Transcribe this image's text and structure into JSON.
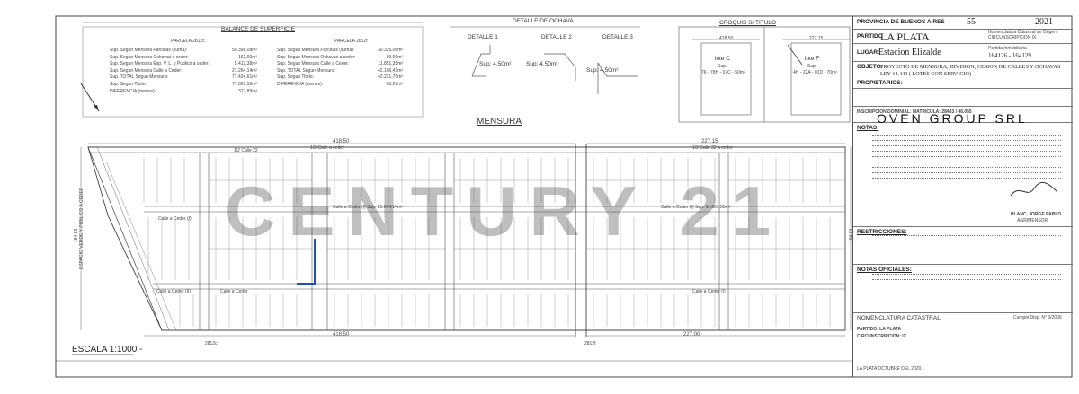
{
  "header": {
    "balance_title": "BALANCE DE SUPERFICIE",
    "ochava_title": "DETALLE DE OCHAVA",
    "croquis_title": "CROQUIS S/ TITULO",
    "mensura_label": "MENSURA",
    "detalle1": "DETALLE 1",
    "detalle2": "DETALLE 2",
    "detalle3": "DETALLE 3",
    "sup1": "Sup: 4,50m²",
    "sup2": "Sup: 4,50m²",
    "sup3": "Sup: 4,50m²"
  },
  "balance": {
    "left_col_title": "PARCELA 2812c",
    "right_col_title": "PARCELA 2812f",
    "left_rows": [
      "Sup. Segun Mensura Parcelas (suma):",
      "Sup. Segun Mensura Ochavas a ceder:",
      "Sup. Segun Mensura Esp. V. L. y Publico a ceder:",
      "Sup. Segun Mensura Calle a Ceder:",
      "Sup. TOTAL Segun Mensura:",
      "Sup. Segun Titulo:",
      "DIFERENCIA (menos):"
    ],
    "left_values": [
      "50.398,08m²",
      "162,00m²",
      "5.412,38m²",
      "21.264,14m²",
      "77.434,61m²",
      "77.807,50m²",
      "372,89m²"
    ],
    "right_rows": [
      "Sup. Segun Mensura Parcelas (suma):",
      "Sup. Segun Mensura Ochavas a ceder:",
      "Sup. Segun Mensura Calle a Ceder:",
      "Sup. TOTAL Segun Mensura:",
      "Sup. Segun Titulo:",
      "DIFERENCIA (menos):"
    ],
    "right_values": [
      "30.325,06m²",
      "90,00m²",
      "11.851,35m²",
      "42.166,41m²",
      "42.231,70m²",
      "65,29m²"
    ]
  },
  "croquis": {
    "lot_c": "lote C",
    "lot_c_sup": "Sup.",
    "lot_c_data": "76 - 78H - 07C - 50m²",
    "lot_f": "lote F",
    "lot_f_sup": "Sup.",
    "lot_f_data": "4H - 22A - 01D - 70m²",
    "dim_c": "418.50",
    "dim_f": "227.15"
  },
  "plan": {
    "top_dim_left": "418.50",
    "top_dim_right": "227.15",
    "bottom_dim_left": "418.50",
    "bottom_dim_right": "227.00",
    "left_dim": "184.83",
    "right_dim": "184.83",
    "calle_top_left": "1/2 Calle 22",
    "calle_top_ceder": "1/2 Calle a ceder",
    "calle_top_right": "1/2 Calle 22 a ceder",
    "calle_ceder_1": "Calle a Ceder (I)",
    "calle_ceder_sup_left": "Calle a Ceder (I)  Sup: 21.264,14m²",
    "calle_ceder_sup_right": "Calle a Ceder (I)  Sup: 11.851,35m²",
    "calle_ceder_2": "Calle a Ceder (II)",
    "calle_ceder_3": "Calle a Ceder",
    "calle_ceder_4": "Calle a Ceder (I)",
    "espacio_verde": "ESPACIO VERDE Y PUBLICO A CEDER",
    "escala": "ESCALA 1:1000.-",
    "parcela_label_left": "2812c",
    "parcela_label_right": "2812f"
  },
  "title_block": {
    "province": "PROVINCIA DE BUENOS AIRES",
    "year_prefix": "55",
    "year": "2021",
    "partido_label": "PARTIDO",
    "partido": "LA PLATA",
    "nomenclatura_header": "Nomenclatura Catastral de Origen",
    "circ": "CIRCUNSCRIPCION IX",
    "lugar_label": "LUGAR:",
    "lugar": "Estacion Elizalde",
    "partida_label": "Partida Inmobiliaria",
    "partida": "164126 - 164129",
    "objeto_label": "OBJETO:",
    "objeto": "PROYECTO DE MENSURA, DIVISION, CESION DE CALLES Y OCHAVAS LEY 14.449 ( LOTES CON SERVICIO)",
    "propietarios_label": "PROPIETARIOS:",
    "company": "OVEN GROUP SRL",
    "inscripcion": "INSCRIPCION DOMINIAL: MATRICULA: 28483 / 46.055",
    "notas_label": "NOTAS:",
    "signature_name": "BLANC, JORGE PABLO",
    "signature_title": "AGRIMENSOR",
    "restricciones_label": "RESTRICCIONES:",
    "notas_oficiales_label": "NOTAS OFICIALES:",
    "nomenclatura_catastral": "NOMENCLATURA CATASTRAL",
    "partido_bottom": "PARTIDO: LA PLATA",
    "circ_bottom": "CIRCUNSCRIPCION: IX",
    "fecha": "LA PLATA OCTUBRE DEL 2020.-",
    "visado": "Cumple Disp. N° 3/2006"
  },
  "watermark": "CENTURY 21",
  "colors": {
    "line": "#5a5a5a",
    "highlight": "#1f4fb8",
    "watermark": "#3a3a3a"
  }
}
